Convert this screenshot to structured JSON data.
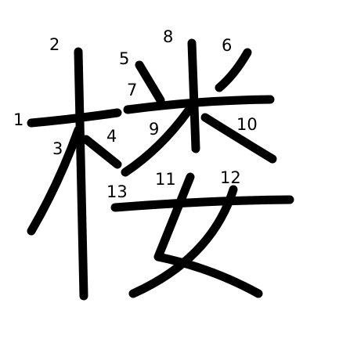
{
  "character": "楼",
  "stroke_color": "#000000",
  "background_color": "#ffffff",
  "stroke_count": 13,
  "labels": [
    "1",
    "2",
    "3",
    "4",
    "5",
    "6",
    "7",
    "8",
    "9",
    "10",
    "11",
    "12",
    "13"
  ]
}
